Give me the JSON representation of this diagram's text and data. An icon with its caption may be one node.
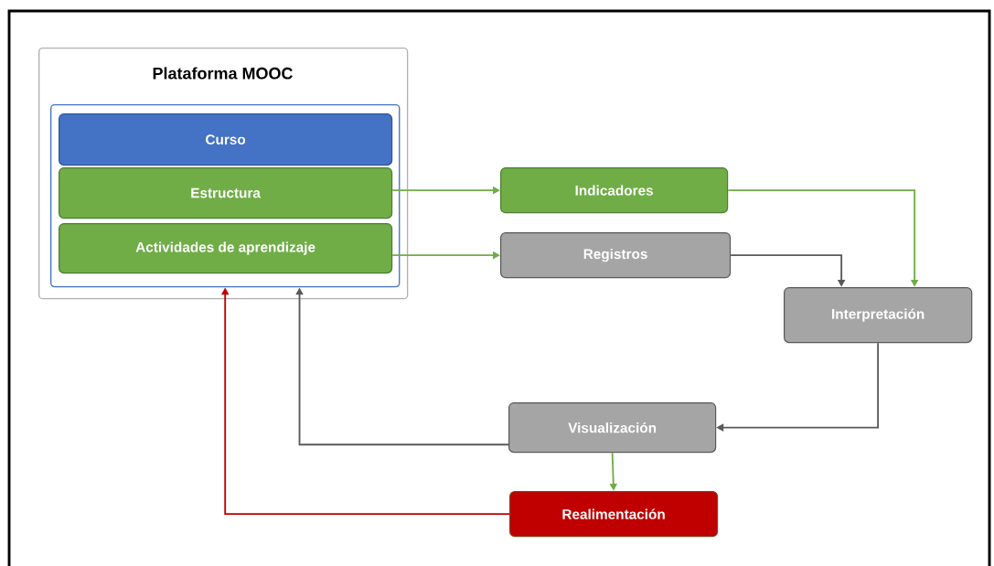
{
  "diagram": {
    "nodes": [
      {
        "text": [
          "Plataforma MOOC"
        ]
      },
      {
        "text": [],
        "shape": "box",
        "in": 0
      },
      {
        "text": [
          "Curso"
        ],
        "in": 1
      },
      {
        "text": [
          "Estructura"
        ],
        "in": 1
      },
      {
        "text": [
          "Actividades de aprendizaje"
        ],
        "in": 1
      },
      {
        "text": [
          "Indicadores"
        ]
      },
      {
        "text": [
          "Registros"
        ]
      },
      {
        "text": [
          "Interpretación"
        ]
      },
      {
        "text": [
          "Visualización"
        ]
      },
      {
        "text": [
          "Realimentación"
        ]
      }
    ],
    "edges": [
      {
        "from": 3,
        "to": 5,
        "arrow": "to"
      },
      {
        "from": 4,
        "to": 6,
        "arrow": "to"
      },
      {
        "from": 5,
        "to": 7,
        "arrow": "to"
      },
      {
        "from": 6,
        "to": 7,
        "arrow": "to",
        "color": "#595959"
      },
      {
        "from": 7,
        "to": 8,
        "arrow": "to",
        "color": "#595959"
      },
      {
        "from": 8,
        "to": 1,
        "arrow": "to",
        "color": "#595959"
      },
      {
        "from": 8,
        "to": 9,
        "arrow": "to"
      },
      {
        "from": 9,
        "to": 1,
        "arrow": "to",
        "color": "#c00000"
      }
    ]
  }
}
